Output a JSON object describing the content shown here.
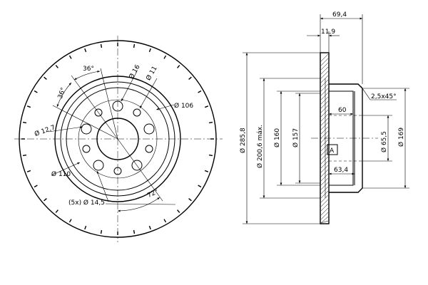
{
  "front_view": {
    "dim_angle_top": "36°",
    "dim_angle_side": "36°",
    "dim_dia_16": "Ø 16",
    "dim_dia_11": "Ø 11",
    "dim_dia_106": "Ø 106",
    "dim_dia_12_7": "Ø 12,7",
    "dim_dia_110": "Ø 110",
    "dim_angle_72": "72°",
    "dim_bolt_holes": "(5x) Ø 14,5"
  },
  "side_view": {
    "dim_total_width": "69,4",
    "dim_disc_thickness": "11,9",
    "dim_chamfer": "2,5x45°",
    "dim_60": "60",
    "dim_63_4": "63,4",
    "dim_dia_285_8": "Ø 285,8",
    "dim_dia_200_6": "Ø 200,6 máx.",
    "dim_dia_160": "Ø 160",
    "dim_dia_157": "Ø 157",
    "dim_dia_65_5": "Ø 65,5",
    "dim_dia_169": "Ø 169",
    "datum_label": "A"
  }
}
